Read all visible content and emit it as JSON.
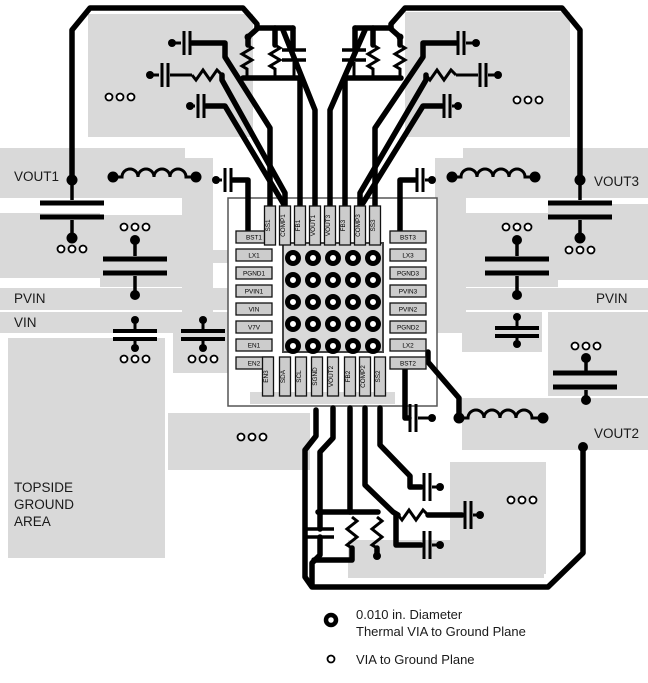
{
  "diagram": {
    "type": "pcb-layout",
    "labels": {
      "vout1": "VOUT1",
      "vout3": "VOUT3",
      "vout2": "VOUT2",
      "pvin_left": "PVIN",
      "pvin_right": "PVIN",
      "vin": "VIN",
      "topside_ground_area": {
        "line1": "TOPSIDE",
        "line2": "GROUND",
        "line3": "AREA"
      }
    },
    "chip": {
      "pins": {
        "top": [
          "SS1",
          "COMP1",
          "FB1",
          "VOUT1",
          "VOUT3",
          "FB3",
          "COMP3",
          "SS3"
        ],
        "bottom": [
          "EN3",
          "SDA",
          "SCL",
          "SGND",
          "VOUT2",
          "FB2",
          "COMP2",
          "SS2"
        ],
        "left": [
          "BST1",
          "LX1",
          "PGND1",
          "PVIN1",
          "VIN",
          "V7V",
          "EN1",
          "EN2"
        ],
        "right": [
          "BST3",
          "LX3",
          "PGND3",
          "PVIN3",
          "PVIN2",
          "PGND2",
          "LX2",
          "BST2"
        ]
      },
      "thermal_via_grid": {
        "rows": 5,
        "cols": 5
      }
    },
    "legend": {
      "thermal_via": {
        "symbol": "thermal-via-icon",
        "line1": "0.010 in. Diameter",
        "line2": "Thermal VIA to Ground Plane"
      },
      "via": {
        "symbol": "via-icon",
        "label": "VIA to Ground Plane"
      }
    },
    "colors": {
      "copper_pour": "#d9d9d9",
      "trace": "#000000",
      "pin_pad_fill": "#cccccc",
      "ic_outline": "#555555",
      "thermal_pad_fill": "#d9d9d9"
    }
  }
}
